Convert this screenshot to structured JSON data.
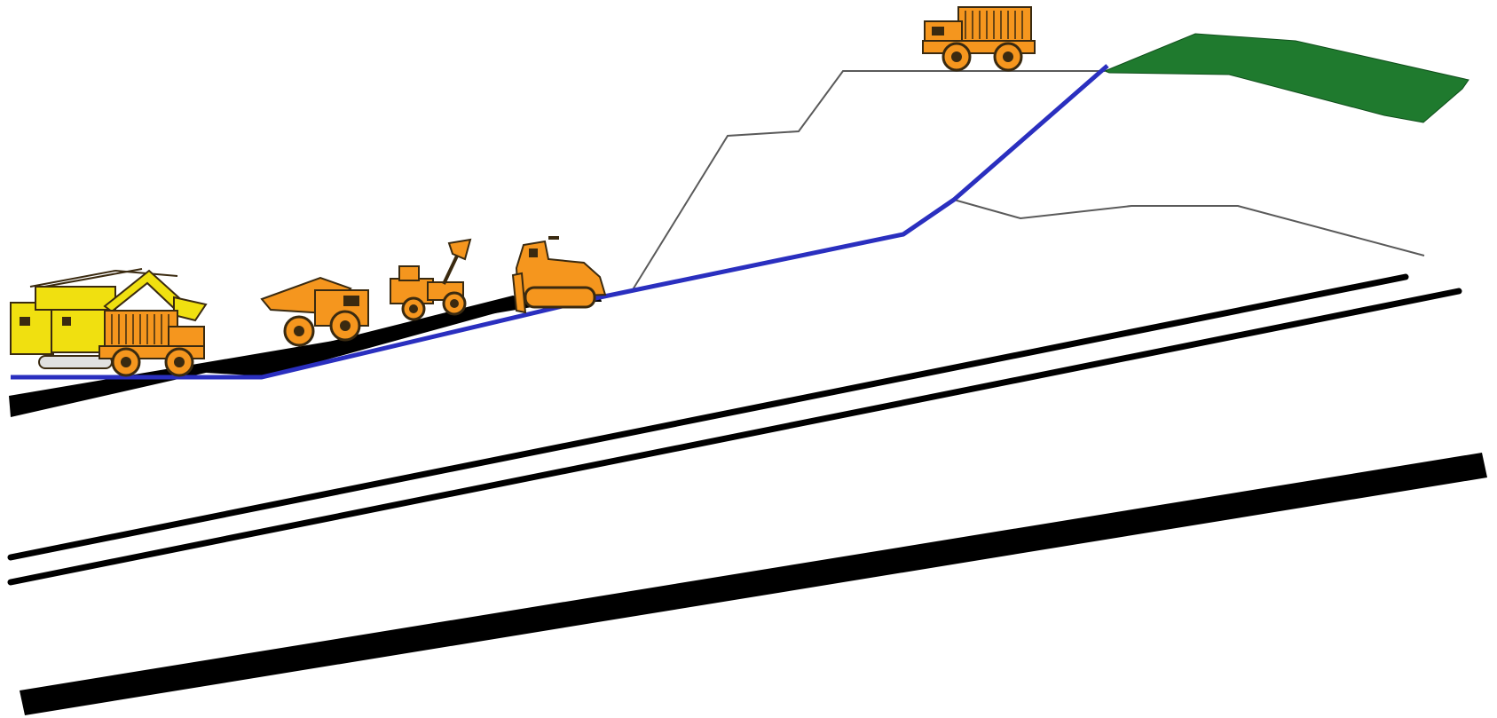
{
  "diagram": {
    "kind": "open-pit mining cross-section",
    "colors": {
      "background": "#ffffff",
      "coal_seam": "#000000",
      "pit_floor_line": "#2a2fbf",
      "spoil_outline": "#5a5a5a",
      "reclaimed_topsoil": "#1f7a2e",
      "equipment_body_yellow": "#f0e010",
      "equipment_body_orange": "#f5961e",
      "equipment_outline": "#3a2a10"
    },
    "equipment": [
      {
        "name": "electric-shovel",
        "icon": "shovel-icon"
      },
      {
        "name": "haul-truck-loading",
        "icon": "haul-truck-icon"
      },
      {
        "name": "dump-truck-tipping",
        "icon": "dump-truck-icon"
      },
      {
        "name": "wheel-loader",
        "icon": "wheel-loader-icon"
      },
      {
        "name": "bulldozer",
        "icon": "bulldozer-icon"
      },
      {
        "name": "haul-truck-on-spoil",
        "icon": "haul-truck-icon"
      }
    ],
    "coal_seams": 4
  }
}
